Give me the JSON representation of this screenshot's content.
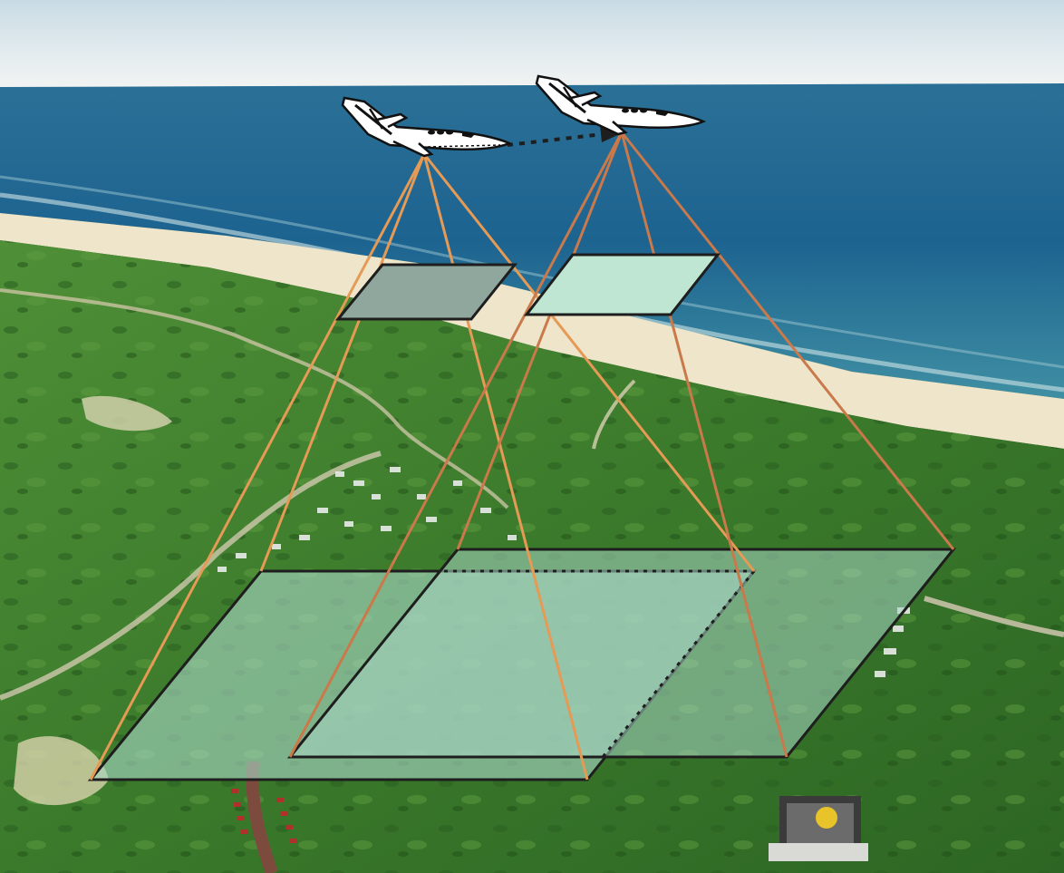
{
  "figure": {
    "subject": "aerial-photogrammetry-overlap",
    "aircraft": [
      {
        "id": "first-position"
      },
      {
        "id": "second-position"
      }
    ],
    "flight_path": {
      "style": "dotted-arrow",
      "direction": "left-to-right"
    },
    "colors": {
      "sky_top": "#e7eef1",
      "sea": "#1c5f86",
      "beach": "#efe7cf",
      "land": "#3d7d2c",
      "projection_rays_first": "#e59a55",
      "projection_rays_second": "#c9794a",
      "image_plane_first": "#90a79d",
      "image_plane_second": "#bfe6d3",
      "footprint_fill": "#a8d6c5",
      "outline": "#222222"
    }
  }
}
